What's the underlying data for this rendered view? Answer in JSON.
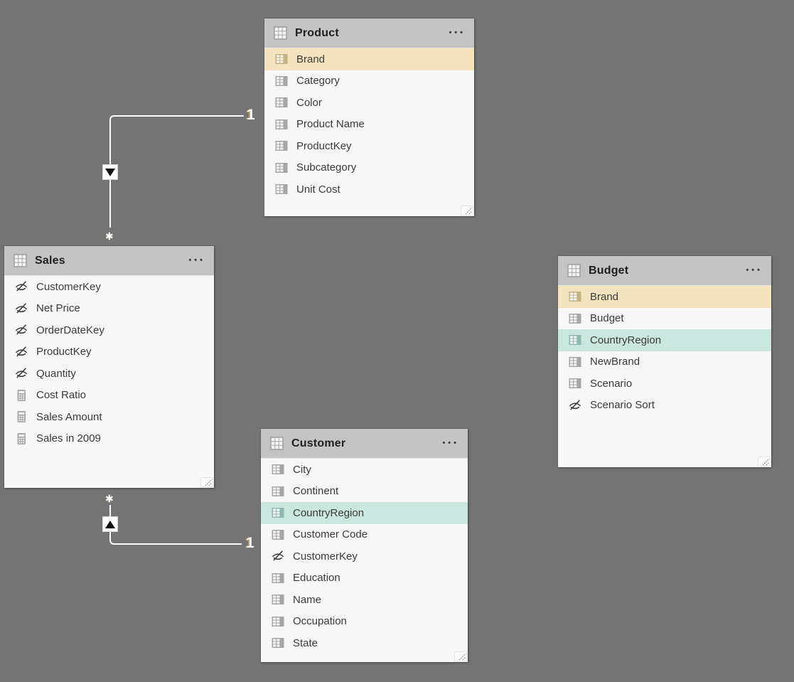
{
  "colors": {
    "background": "#747474",
    "card_header": "#c4c4c4",
    "card_body": "#f7f7f7",
    "highlight_tan": "#f3e4bd",
    "highlight_teal": "#c9e7df",
    "relationship_line": "#ffffff",
    "field_text": "#3b3a39",
    "title_text": "#1f1e1e"
  },
  "icons": {
    "more_options": "•••",
    "table_icon": "grid",
    "column_icon": "table-column",
    "measure_icon": "calculator",
    "hidden_icon": "eye-slash"
  },
  "tables": [
    {
      "title": "Product",
      "fields": [
        {
          "name": "Brand",
          "icon": "column",
          "highlight": "tan"
        },
        {
          "name": "Category",
          "icon": "column"
        },
        {
          "name": "Color",
          "icon": "column"
        },
        {
          "name": "Product Name",
          "icon": "column"
        },
        {
          "name": "ProductKey",
          "icon": "column"
        },
        {
          "name": "Subcategory",
          "icon": "column"
        },
        {
          "name": "Unit Cost",
          "icon": "column"
        }
      ]
    },
    {
      "title": "Sales",
      "fields": [
        {
          "name": "CustomerKey",
          "icon": "hidden"
        },
        {
          "name": "Net Price",
          "icon": "hidden"
        },
        {
          "name": "OrderDateKey",
          "icon": "hidden"
        },
        {
          "name": "ProductKey",
          "icon": "hidden"
        },
        {
          "name": "Quantity",
          "icon": "hidden"
        },
        {
          "name": "Cost Ratio",
          "icon": "measure"
        },
        {
          "name": "Sales Amount",
          "icon": "measure"
        },
        {
          "name": "Sales in 2009",
          "icon": "measure"
        }
      ]
    },
    {
      "title": "Budget",
      "fields": [
        {
          "name": "Brand",
          "icon": "column",
          "highlight": "tan"
        },
        {
          "name": "Budget",
          "icon": "column"
        },
        {
          "name": "CountryRegion",
          "icon": "column",
          "highlight": "teal"
        },
        {
          "name": "NewBrand",
          "icon": "column"
        },
        {
          "name": "Scenario",
          "icon": "column"
        },
        {
          "name": "Scenario Sort",
          "icon": "hidden"
        }
      ]
    },
    {
      "title": "Customer",
      "fields": [
        {
          "name": "City",
          "icon": "column"
        },
        {
          "name": "Continent",
          "icon": "column"
        },
        {
          "name": "CountryRegion",
          "icon": "column",
          "highlight": "teal"
        },
        {
          "name": "Customer Code",
          "icon": "column"
        },
        {
          "name": "CustomerKey",
          "icon": "hidden"
        },
        {
          "name": "Education",
          "icon": "column"
        },
        {
          "name": "Name",
          "icon": "column"
        },
        {
          "name": "Occupation",
          "icon": "column"
        },
        {
          "name": "State",
          "icon": "column"
        }
      ]
    }
  ],
  "relationships": [
    {
      "from_table": "Sales",
      "to_table": "Product",
      "many_label": "✱",
      "one_label": "1",
      "arrow_direction": "down"
    },
    {
      "from_table": "Sales",
      "to_table": "Customer",
      "many_label": "✱",
      "one_label": "1",
      "arrow_direction": "up"
    }
  ]
}
